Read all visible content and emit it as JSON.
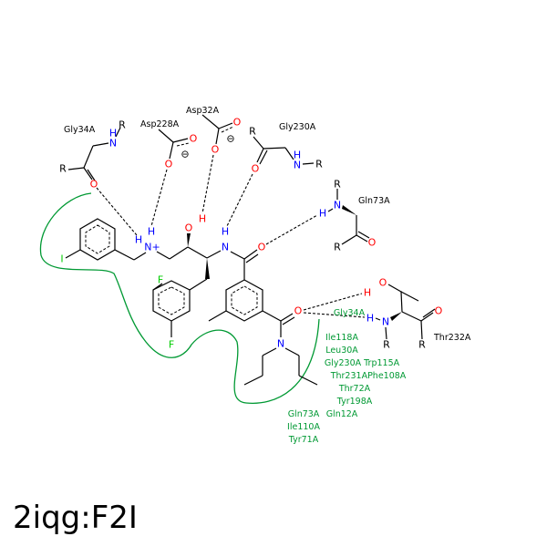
{
  "title": "2iqg:F2I",
  "colors": {
    "hydrophobic": "#009933",
    "oxygen": "#ff0000",
    "nitrogen": "#0000ff",
    "iodine": "#00cc00",
    "fluorine": "#00cc00"
  },
  "residues": {
    "gly34_top": "Gly34A",
    "asp228": "Asp228A",
    "asp32": "Asp32A",
    "gly230": "Gly230A",
    "gln73": "Gln73A",
    "thr232": "Thr232A"
  },
  "atoms": {
    "O": "O",
    "N": "N",
    "H": "H",
    "R": "R",
    "I": "I",
    "F": "F",
    "Nplus": "N+",
    "minus": "⊖"
  },
  "hydrophobic_labels": [
    "Gly34A",
    "Ile118A",
    "Leu30A",
    "Gly230A Trp115A",
    "Thr231APhe108A",
    "Thr72A",
    "Tyr198A",
    "Gln73A",
    "Gln12A",
    "Ile110A",
    "Tyr71A"
  ]
}
